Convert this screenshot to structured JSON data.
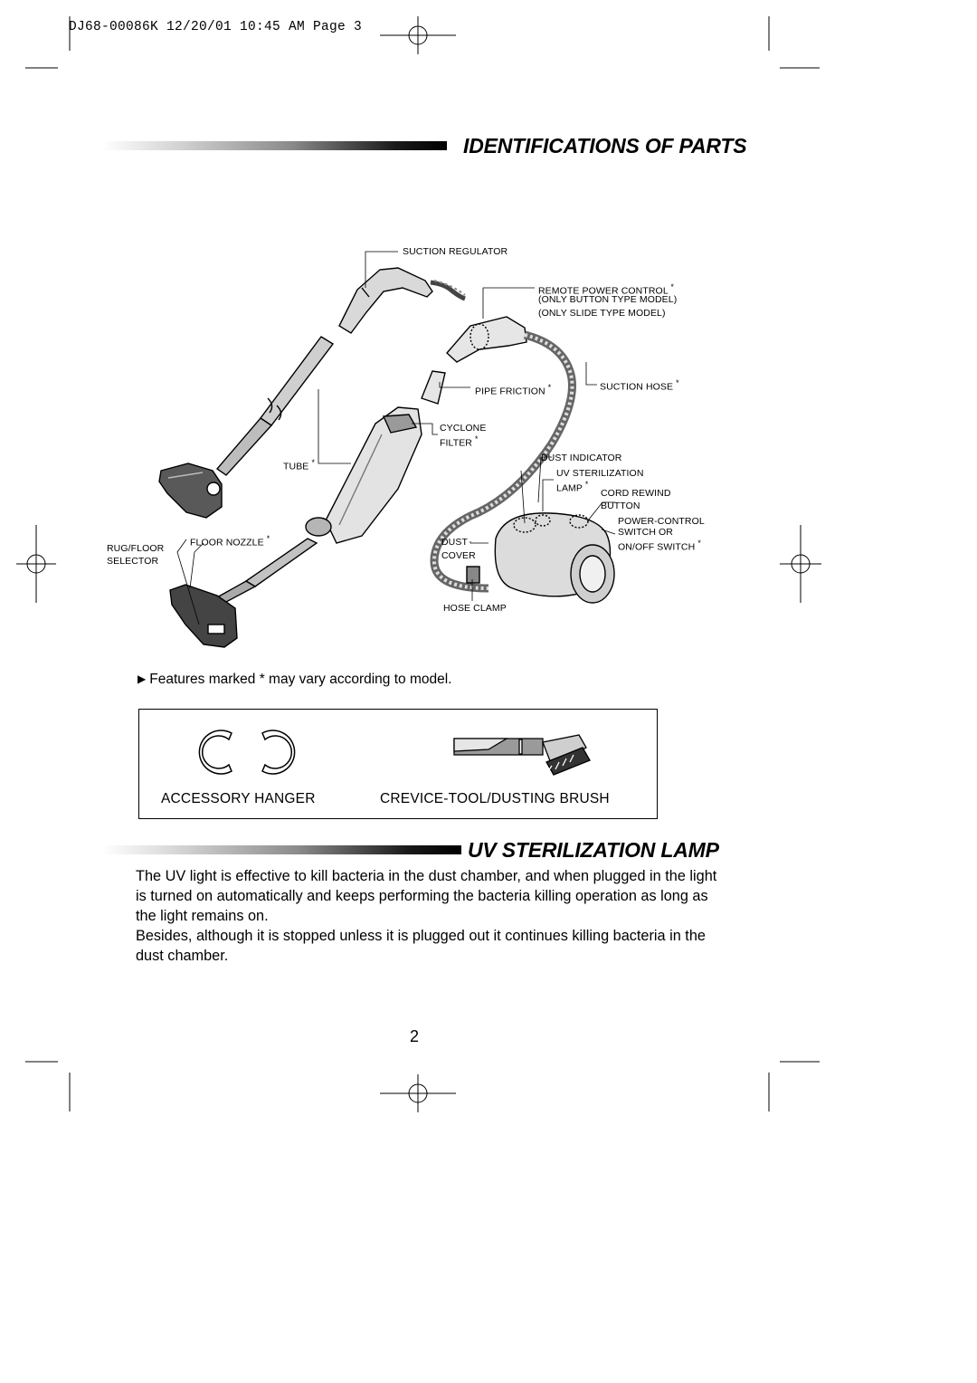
{
  "print_slug": "DJ68-00086K  12/20/01 10:45 AM  Page 3",
  "section1": {
    "title": "IDENTIFICATIONS OF PARTS"
  },
  "parts": {
    "suction_regulator": "SUCTION REGULATOR",
    "remote_power_control": "REMOTE POWER CONTROL",
    "remote_note_button": "(ONLY BUTTON TYPE MODEL)",
    "remote_note_slide": "(ONLY SLIDE TYPE MODEL)",
    "pipe_friction": "PIPE FRICTION",
    "suction_hose": "SUCTION HOSE",
    "cyclone_line1": "CYCLONE",
    "cyclone_line2": "FILTER",
    "tube": "TUBE",
    "dust_indicator": "DUST INDICATOR",
    "uv_lamp_line1": "UV STERILIZATION",
    "uv_lamp_line2": "LAMP",
    "cord_rewind_line1": "CORD REWIND",
    "cord_rewind_line2": "BUTTON",
    "power_control_line1": "POWER-CONTROL",
    "power_control_line2": "SWITCH OR",
    "power_control_line3": "ON/OFF SWITCH",
    "rug_floor_line1": "RUG/FLOOR",
    "rug_floor_line2": "SELECTOR",
    "floor_nozzle": "FLOOR NOZZLE",
    "dust_cover_line1": "DUST",
    "dust_cover_line2": "COVER",
    "hose_clamp": "HOSE CLAMP",
    "star": "*"
  },
  "note": {
    "bullet": "▶",
    "text": "Features marked * may vary according to model."
  },
  "accessories": {
    "hanger_label": "ACCESSORY HANGER",
    "brush_label": "CREVICE-TOOL/DUSTING BRUSH"
  },
  "section2": {
    "title": "UV STERILIZATION LAMP",
    "paragraph1": "The UV light is effective to kill bacteria in the dust chamber, and when plugged in the light is turned on automatically and keeps performing the bacteria killing operation as long as the light remains on.",
    "paragraph2": "Besides, although it is stopped unless it is plugged out it continues killing bacteria in the dust chamber."
  },
  "page_number": "2"
}
